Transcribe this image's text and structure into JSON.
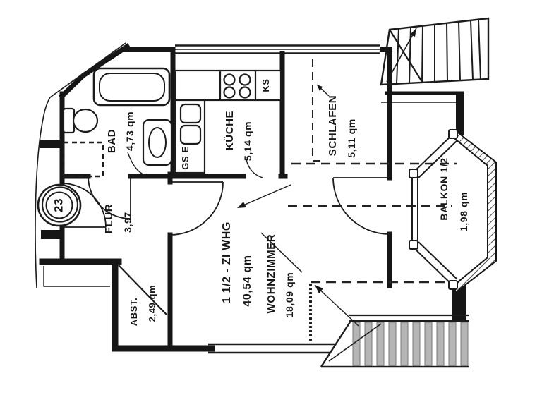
{
  "plan": {
    "apartment_number": "23",
    "unit": {
      "label": "1 1/2 - ZI WHG",
      "area": "40,54 qm"
    },
    "rooms": {
      "wohnzimmer": {
        "name": "WOHNZIMMER",
        "area": "18,09 qm"
      },
      "schlafen": {
        "name": "SCHLAFEN",
        "area": "5,11 qm"
      },
      "kueche": {
        "name": "KÜCHE",
        "area": "5,14 qm"
      },
      "bad": {
        "name": "BAD",
        "area": "4,73 qm"
      },
      "flur": {
        "name": "FLUR",
        "area": "3,97"
      },
      "abstellraum": {
        "name": "ABST.",
        "area": "2,49 qm"
      },
      "balkon": {
        "name": "BALKON 1/2",
        "area": "1,98 qm"
      }
    },
    "appliances": {
      "sink_dishwasher": "GS E",
      "fridge": "KS"
    },
    "colors": {
      "ink": "#161616",
      "paper": "#ffffff",
      "stair_fill": "#b5b5b5"
    }
  }
}
